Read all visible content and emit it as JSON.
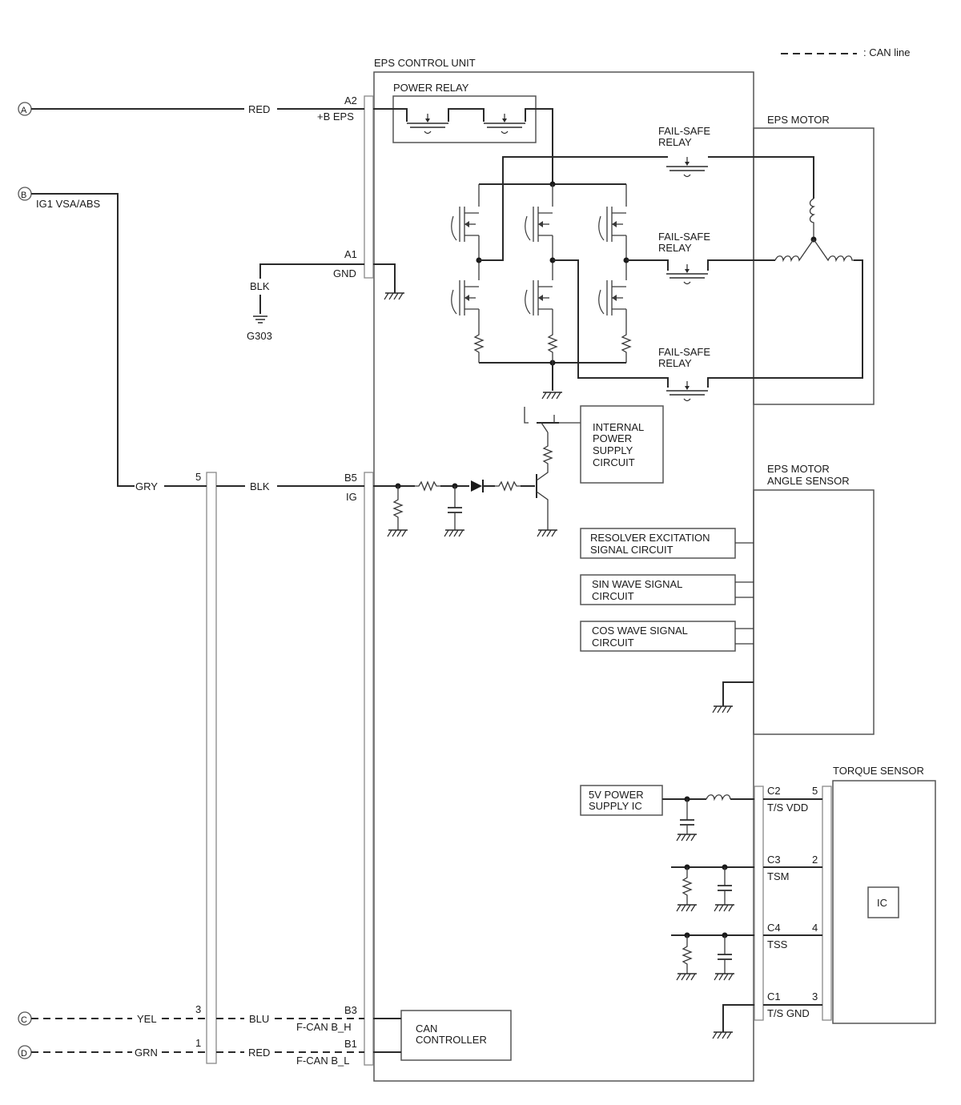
{
  "legend": {
    "can_line": ": CAN line"
  },
  "units": {
    "control_unit": "EPS CONTROL UNIT",
    "power_relay": "POWER RELAY",
    "eps_motor": "EPS MOTOR",
    "fail_safe_relay": [
      "FAIL-SAFE",
      "RELAY"
    ],
    "internal_power_supply": [
      "INTERNAL",
      "POWER",
      "SUPPLY",
      "CIRCUIT"
    ],
    "angle_sensor": [
      "EPS MOTOR",
      "ANGLE SENSOR"
    ],
    "resolver": [
      "RESOLVER EXCITATION",
      "SIGNAL CIRCUIT"
    ],
    "sin_wave": [
      "SIN WAVE SIGNAL",
      "CIRCUIT"
    ],
    "cos_wave": [
      "COS WAVE SIGNAL",
      "CIRCUIT"
    ],
    "torque_sensor": "TORQUE SENSOR",
    "ic": "IC",
    "power_ic": [
      "5V POWER",
      "SUPPLY IC"
    ],
    "can_controller": [
      "CAN",
      "CONTROLLER"
    ]
  },
  "nodes": {
    "a": "A",
    "b": "B",
    "c": "C",
    "d": "D"
  },
  "source_labels": {
    "ig1": "IG1 VSA/ABS",
    "ground": "G303"
  },
  "wires": {
    "red": "RED",
    "blk": "BLK",
    "gry": "GRY",
    "yel": "YEL",
    "blu": "BLU",
    "grn": "GRN"
  },
  "pins": {
    "a2": "A2",
    "b_eps": "+B EPS",
    "a1": "A1",
    "gnd": "GND",
    "b5": "B5",
    "ig": "IG",
    "b3": "B3",
    "fcan_h": "F-CAN B_H",
    "b1": "B1",
    "fcan_l": "F-CAN B_L",
    "c2": "C2",
    "ts_vdd": "T/S VDD",
    "c3": "C3",
    "tsm": "TSM",
    "c4": "C4",
    "tss": "TSS",
    "c1": "C1",
    "ts_gnd": "T/S GND",
    "j5": "5",
    "j3": "3",
    "j1": "1",
    "t5": "5",
    "t2": "2",
    "t4": "4",
    "t3": "3"
  }
}
